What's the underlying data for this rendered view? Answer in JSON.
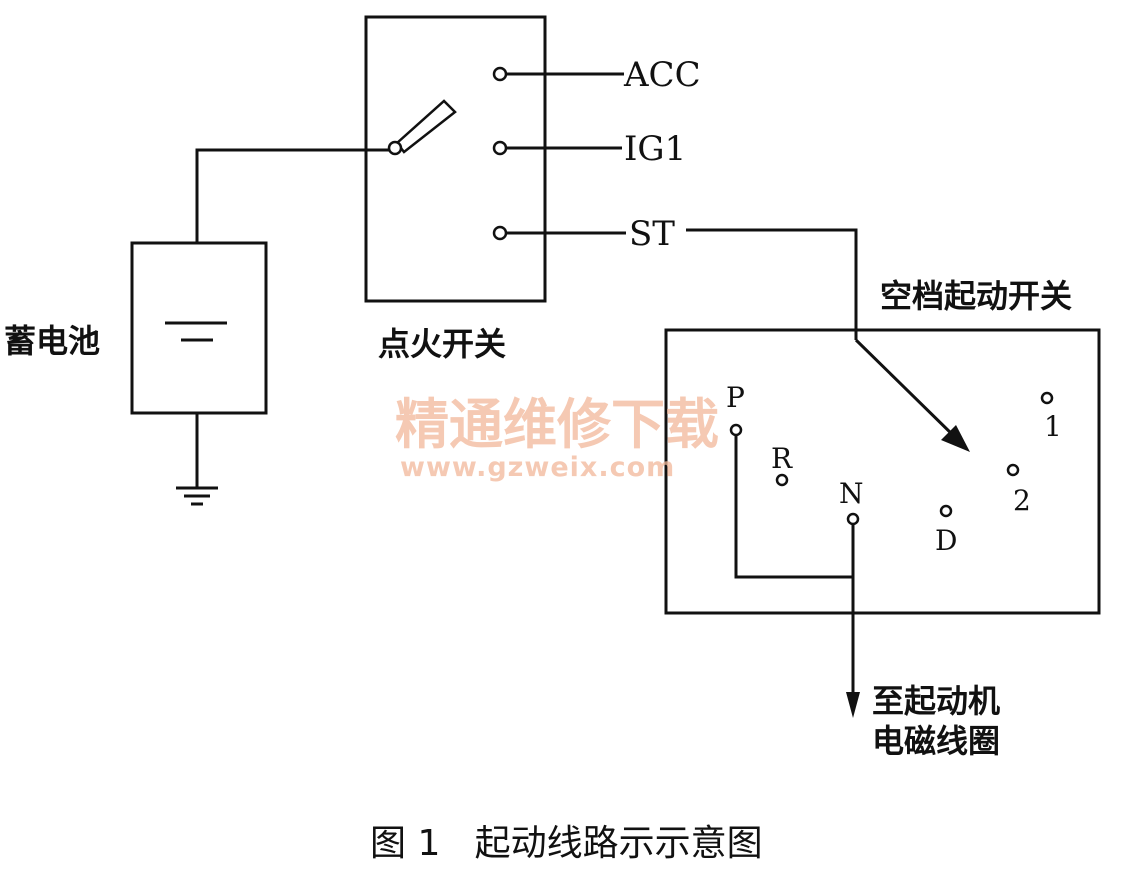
{
  "labels": {
    "battery": "蓄电池",
    "ignition_switch": "点火开关",
    "neutral_start_switch": "空档起动开关",
    "to_starter_line1": "至起动机",
    "to_starter_line2": "电磁线圈",
    "caption": "图 1   起动线路示示意图"
  },
  "ignition_terminals": {
    "acc": "ACC",
    "ig1": "IG1",
    "st": "ST"
  },
  "gear_positions": {
    "p": "P",
    "r": "R",
    "n": "N",
    "d": "D",
    "two": "2",
    "one": "1"
  },
  "watermark": {
    "line1": "精通维修下载",
    "line2": "www.gzweix.com"
  }
}
